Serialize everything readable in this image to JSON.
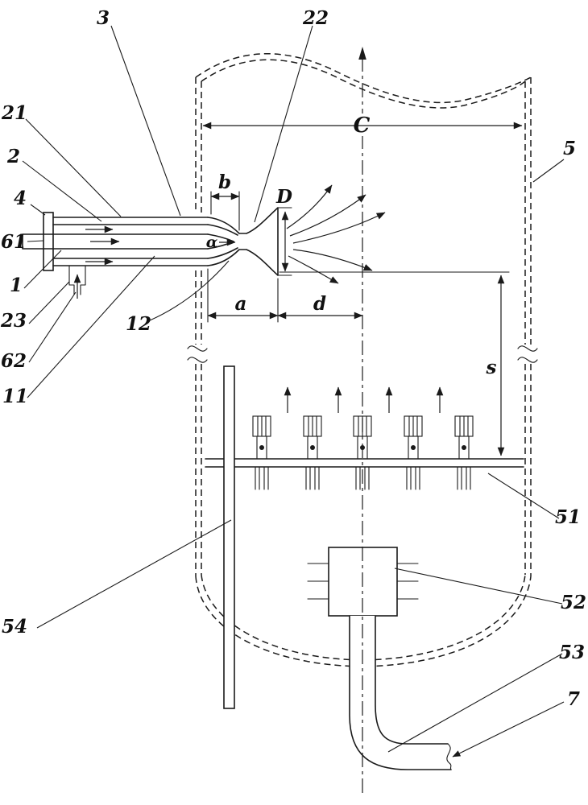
{
  "figure": {
    "colors": {
      "ink": "#1a1a1a",
      "background": "#ffffff"
    },
    "refs": {
      "r3": "3",
      "r22": "22",
      "r21": "21",
      "r2": "2",
      "r4": "4",
      "r61": "61",
      "r1": "1",
      "r23": "23",
      "r62": "62",
      "r11": "11",
      "r12": "12",
      "r5": "5",
      "r51": "51",
      "r52": "52",
      "r53": "53",
      "r54": "54",
      "r7": "7"
    },
    "dims": {
      "C": "C",
      "b": "b",
      "D": "D",
      "alpha": "α",
      "a": "a",
      "d": "d",
      "s": "s"
    }
  }
}
